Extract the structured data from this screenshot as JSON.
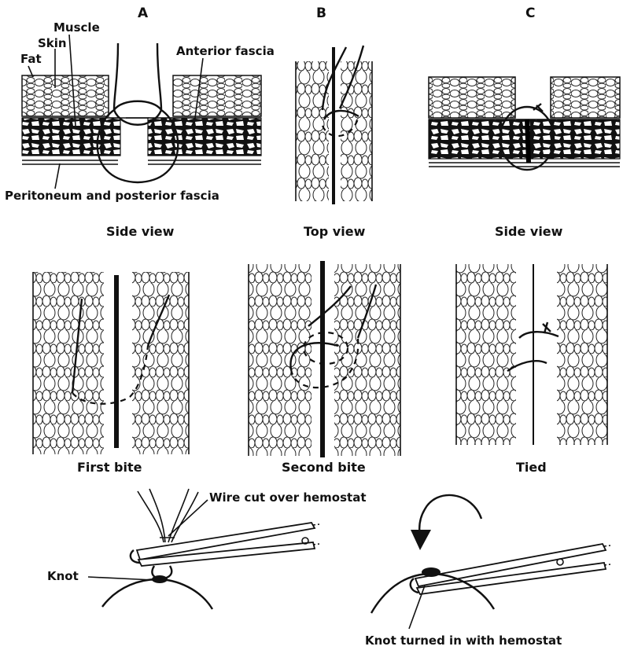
{
  "panel_letters": [
    "A",
    "B",
    "C"
  ],
  "labels": {
    "muscle": "Muscle",
    "skin": "Skin",
    "fat": "Fat",
    "anterior_fascia": "Anterior fascia",
    "peritoneum": "Peritoneum and posterior fascia",
    "wire_cut": "Wire cut over hemostat",
    "knot": "Knot",
    "knot_turned": "Knot turned in with hemostat"
  },
  "captions": {
    "row1": [
      "Side view",
      "Top view",
      "Side view"
    ],
    "row2": [
      "First bite",
      "Second bite",
      "Tied"
    ]
  }
}
